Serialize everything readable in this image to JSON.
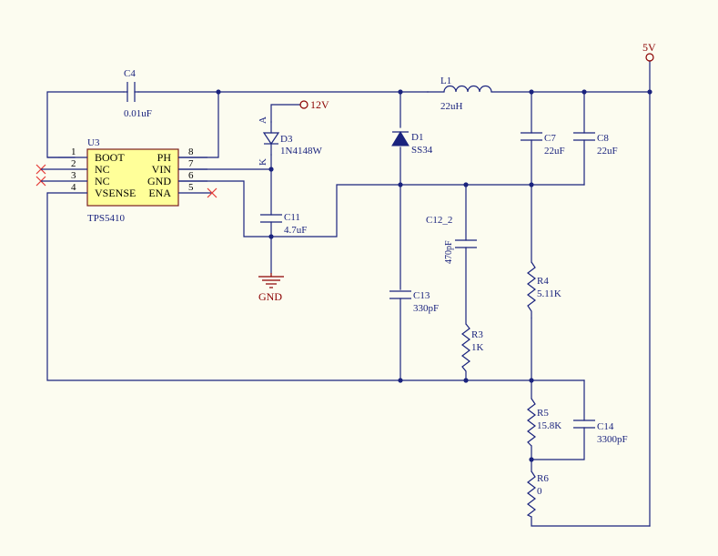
{
  "power": {
    "vout": "5V",
    "vin": "12V",
    "gnd": "GND"
  },
  "ic": {
    "ref": "U3",
    "part": "TPS5410",
    "pins": [
      {
        "num": "1",
        "name": "BOOT"
      },
      {
        "num": "2",
        "name": "NC"
      },
      {
        "num": "3",
        "name": "NC"
      },
      {
        "num": "4",
        "name": "VSENSE"
      },
      {
        "num": "8",
        "name": "PH"
      },
      {
        "num": "7",
        "name": "VIN"
      },
      {
        "num": "6",
        "name": "GND"
      },
      {
        "num": "5",
        "name": "ENA"
      }
    ]
  },
  "components": {
    "c4": {
      "ref": "C4",
      "value": "0.01uF"
    },
    "d3": {
      "ref": "D3",
      "value": "1N4148W",
      "anode": "A",
      "cathode": "K"
    },
    "c11": {
      "ref": "C11",
      "value": "4.7uF"
    },
    "l1": {
      "ref": "L1",
      "value": "22uH"
    },
    "d1": {
      "ref": "D1",
      "value": "SS34"
    },
    "c7": {
      "ref": "C7",
      "value": "22uF"
    },
    "c8": {
      "ref": "C8",
      "value": "22uF"
    },
    "c12": {
      "ref": "C12_2",
      "value": "470pF"
    },
    "c13": {
      "ref": "C13",
      "value": "330pF"
    },
    "r3": {
      "ref": "R3",
      "value": "1K"
    },
    "r4": {
      "ref": "R4",
      "value": "5.11K"
    },
    "r5": {
      "ref": "R5",
      "value": "15.8K"
    },
    "c14": {
      "ref": "C14",
      "value": "3300pF"
    },
    "r6": {
      "ref": "R6",
      "value": "0"
    }
  },
  "colors": {
    "background": "#fcfcf0",
    "wire": "#1a237e",
    "power": "#8b0000",
    "ic_fill": "#ffff99",
    "no_connect": "#e53935"
  }
}
